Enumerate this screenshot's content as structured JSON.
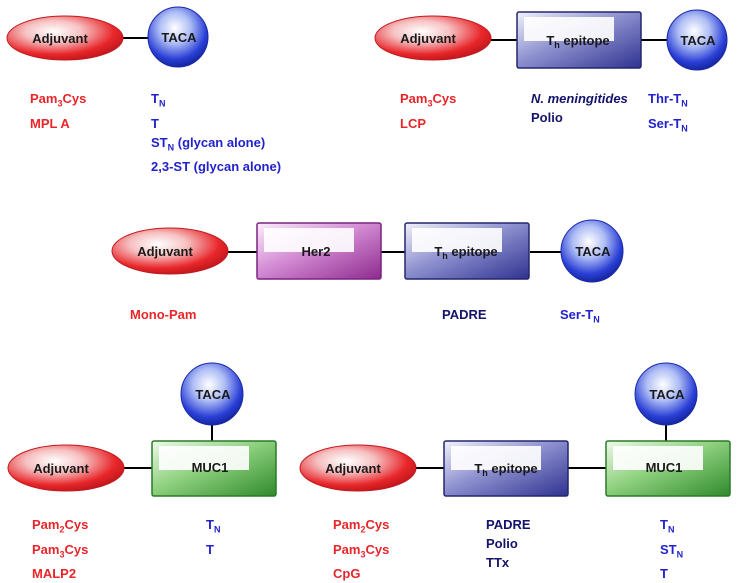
{
  "colors": {
    "adjuvant": "#e8262a",
    "taca": "#2a3fd6",
    "th_epitope": "#3b3f9c",
    "her2": "#a03aa0",
    "muc1": "#3fa13c",
    "label_red": "#e8262a",
    "label_blue": "#2222cc",
    "label_navy": "#13136b"
  },
  "shape_labels": {
    "adjuvant": "Adjuvant",
    "taca": "TACA",
    "th_epitope_main": "T",
    "th_epitope_sub": "h",
    "th_epitope_rest": " epitope",
    "her2": "Her2",
    "muc1": "MUC1"
  },
  "constructs": {
    "c1": {
      "adjuvant_list": [
        {
          "main": "Pam",
          "sub": "3",
          "rest": "Cys"
        },
        {
          "main": "MPL A",
          "sub": "",
          "rest": ""
        }
      ],
      "taca_list": [
        {
          "main": "T",
          "sub": "N",
          "rest": ""
        },
        {
          "main": "T",
          "sub": "",
          "rest": ""
        },
        {
          "main": "ST",
          "sub": "N",
          "rest": " (glycan alone)"
        },
        {
          "main": "2,3-ST (glycan alone)",
          "sub": "",
          "rest": ""
        }
      ]
    },
    "c2": {
      "adjuvant_list": [
        {
          "main": "Pam",
          "sub": "3",
          "rest": "Cys"
        },
        {
          "main": "LCP",
          "sub": "",
          "rest": ""
        }
      ],
      "th_list": [
        {
          "main": "N. meningitides",
          "sub": "",
          "rest": "",
          "italic": true
        },
        {
          "main": "Polio",
          "sub": "",
          "rest": ""
        }
      ],
      "taca_list": [
        {
          "main": "Thr-T",
          "sub": "N",
          "rest": ""
        },
        {
          "main": "Ser-T",
          "sub": "N",
          "rest": ""
        }
      ]
    },
    "c3": {
      "adjuvant_list": [
        {
          "main": "Mono-Pam",
          "sub": "",
          "rest": ""
        }
      ],
      "th_list": [
        {
          "main": "PADRE",
          "sub": "",
          "rest": ""
        }
      ],
      "taca_list": [
        {
          "main": "Ser-T",
          "sub": "N",
          "rest": ""
        }
      ]
    },
    "c4": {
      "adjuvant_list": [
        {
          "main": "Pam",
          "sub": "2",
          "rest": "Cys"
        },
        {
          "main": "Pam",
          "sub": "3",
          "rest": "Cys"
        },
        {
          "main": "MALP2",
          "sub": "",
          "rest": ""
        }
      ],
      "taca_list": [
        {
          "main": "T",
          "sub": "N",
          "rest": ""
        },
        {
          "main": "T",
          "sub": "",
          "rest": ""
        }
      ]
    },
    "c5": {
      "adjuvant_list": [
        {
          "main": "Pam",
          "sub": "2",
          "rest": "Cys"
        },
        {
          "main": "Pam",
          "sub": "3",
          "rest": "Cys"
        },
        {
          "main": "CpG",
          "sub": "",
          "rest": ""
        }
      ],
      "th_list": [
        {
          "main": "PADRE",
          "sub": "",
          "rest": ""
        },
        {
          "main": "Polio",
          "sub": "",
          "rest": ""
        },
        {
          "main": "TTx",
          "sub": "",
          "rest": ""
        }
      ],
      "taca_list": [
        {
          "main": "T",
          "sub": "N",
          "rest": ""
        },
        {
          "main": "ST",
          "sub": "N",
          "rest": ""
        },
        {
          "main": "T",
          "sub": "",
          "rest": ""
        }
      ]
    }
  }
}
